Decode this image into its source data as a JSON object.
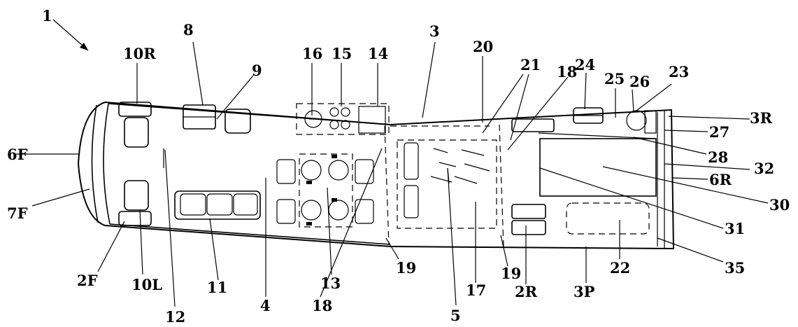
{
  "labels": {
    "l1": "1",
    "l10R": "10R",
    "l8": "8",
    "l9": "9",
    "l16": "16",
    "l15": "15",
    "l14": "14",
    "l3": "3",
    "l20": "20",
    "l21": "21",
    "l24": "24",
    "l18a": "18",
    "l25": "25",
    "l26": "26",
    "l23": "23",
    "l3R": "3R",
    "l27": "27",
    "l28": "28",
    "l32": "32",
    "l6R": "6R",
    "l30": "30",
    "l31": "31",
    "l35": "35",
    "l6F": "6F",
    "l7F": "7F",
    "l2F": "2F",
    "l10L": "10L",
    "l11": "11",
    "l12": "12",
    "l4": "4",
    "l13": "13",
    "l18b": "18",
    "l19a": "19",
    "l5": "5",
    "l17": "17",
    "l19b": "19",
    "l2R": "2R",
    "l3P": "3P",
    "l22": "22"
  }
}
